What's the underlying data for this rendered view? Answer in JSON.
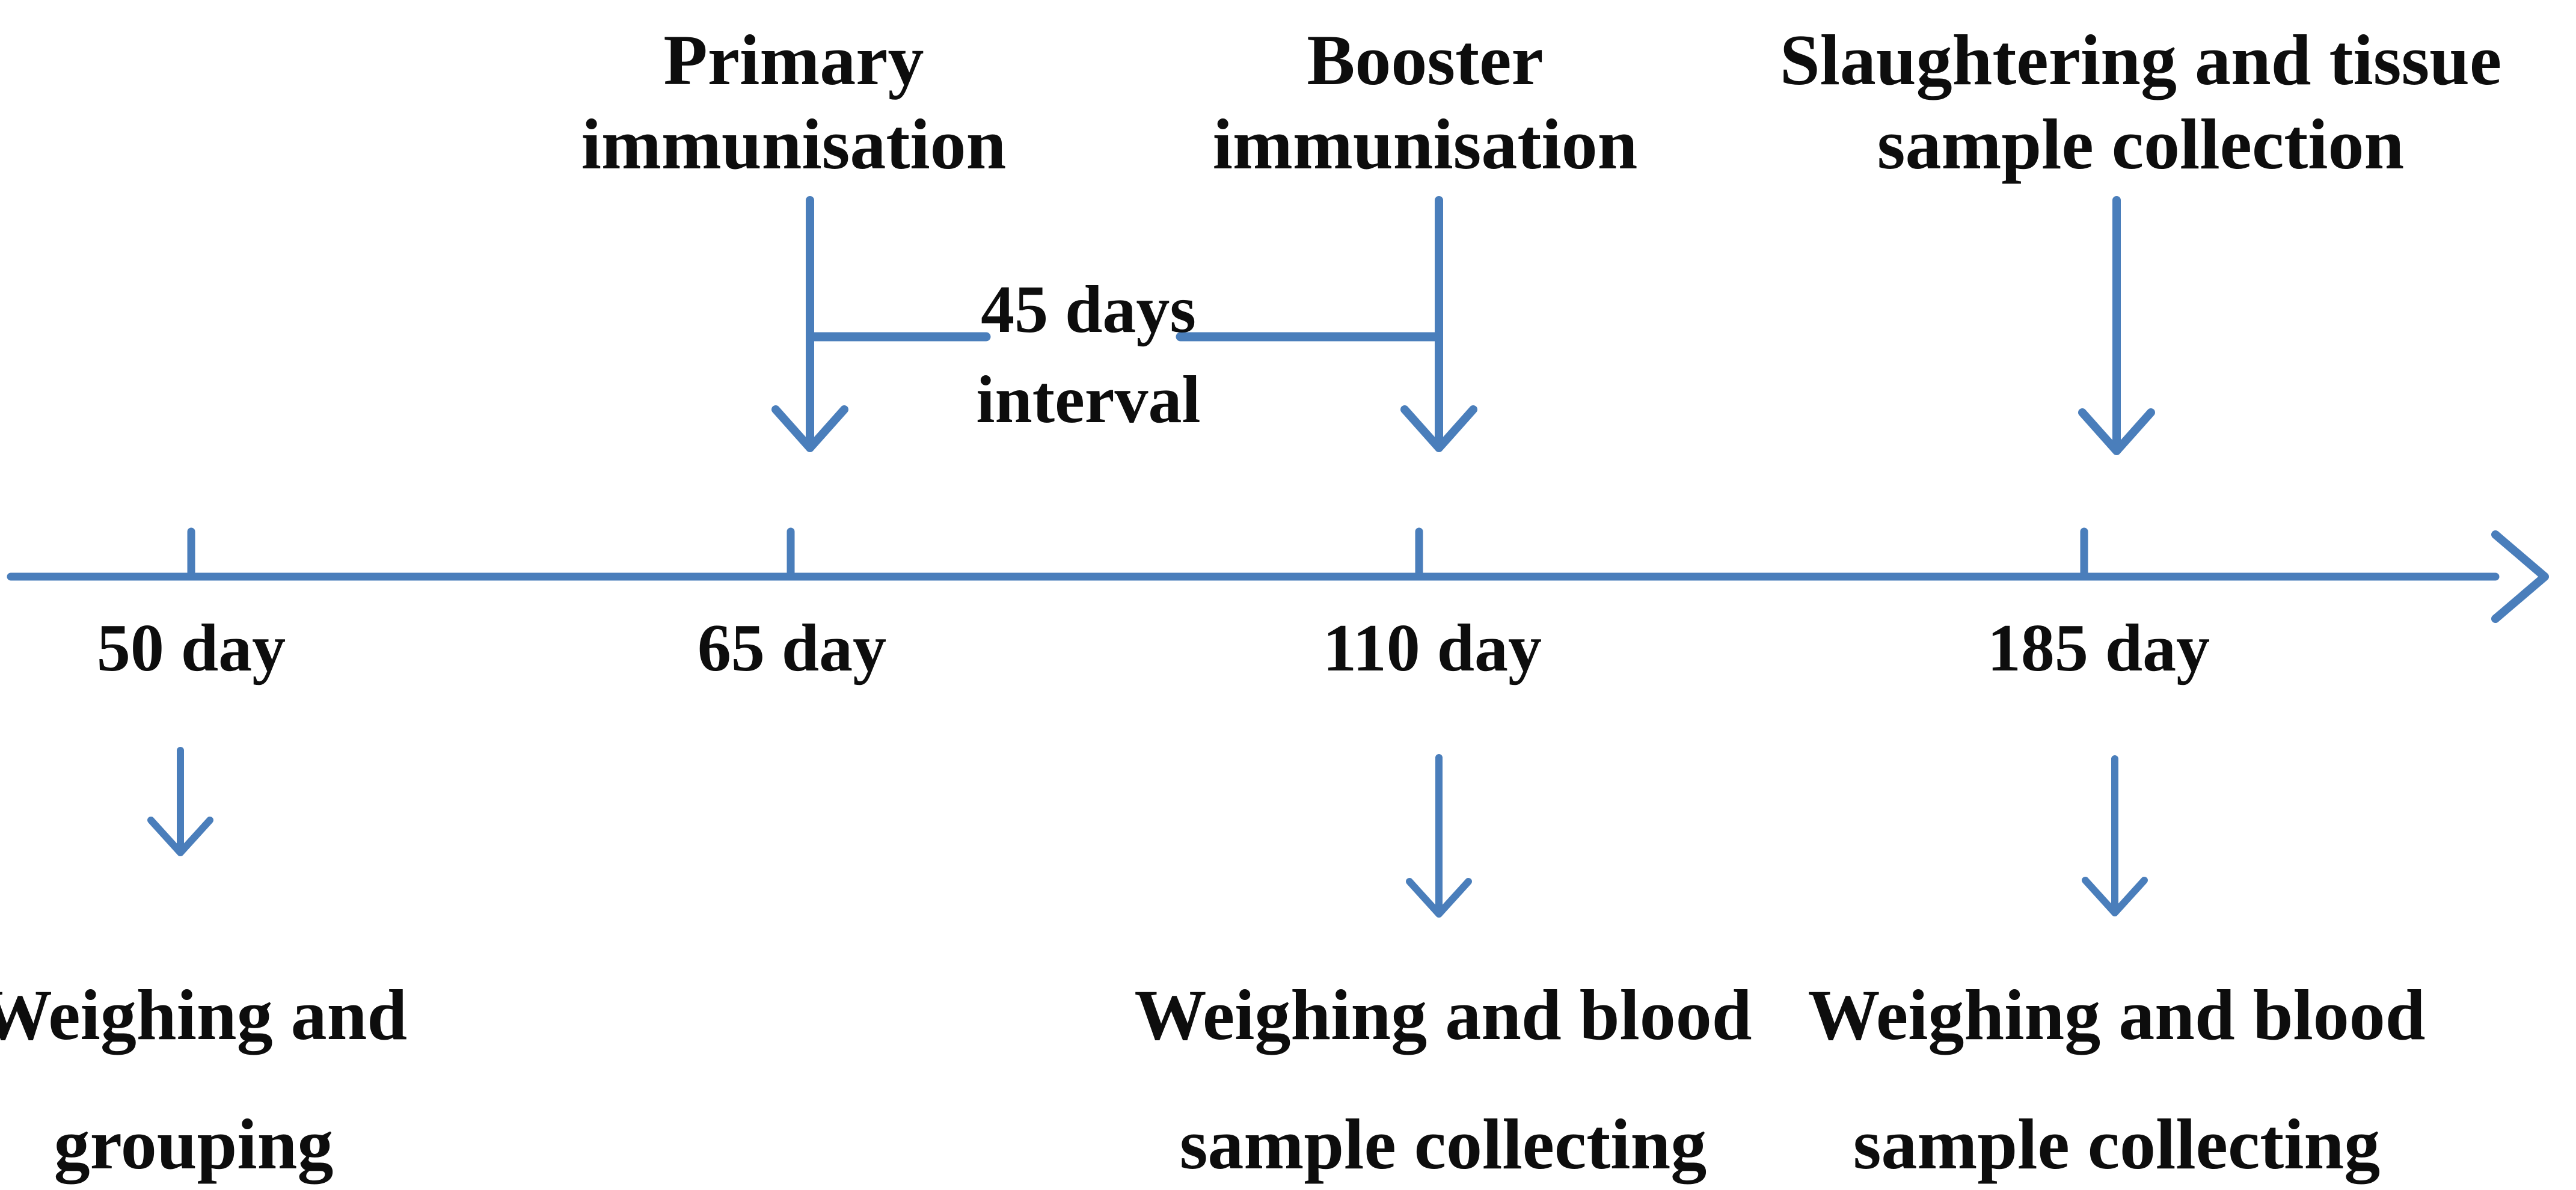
{
  "colors": {
    "accent_blue": "#4a7ebb",
    "text": "#0d0d0d",
    "background": "#ffffff"
  },
  "timeline": {
    "direction": "left-to-right horizontal arrow",
    "ticks": [
      {
        "label": "50 day"
      },
      {
        "label": "65 day"
      },
      {
        "label": "110 day"
      },
      {
        "label": "185 day"
      }
    ]
  },
  "events_above": [
    {
      "line1": "Primary",
      "line2": "immunisation",
      "at": "65 day"
    },
    {
      "line1": "Booster",
      "line2": "immunisation",
      "at": "110 day"
    },
    {
      "line1": "Slaughtering and tissue",
      "line2": "sample collection",
      "at": "185 day"
    }
  ],
  "interval": {
    "line1": "45 days",
    "line2": "interval",
    "between": "65 day and 110 day"
  },
  "events_below": [
    {
      "line1": "Weighing and",
      "line2": "grouping",
      "at": "50 day"
    },
    {
      "line1": "Weighing and blood",
      "line2": "sample collecting",
      "at": "110 day"
    },
    {
      "line1": "Weighing and blood",
      "line2": "sample collecting",
      "at": "185 day"
    }
  ]
}
